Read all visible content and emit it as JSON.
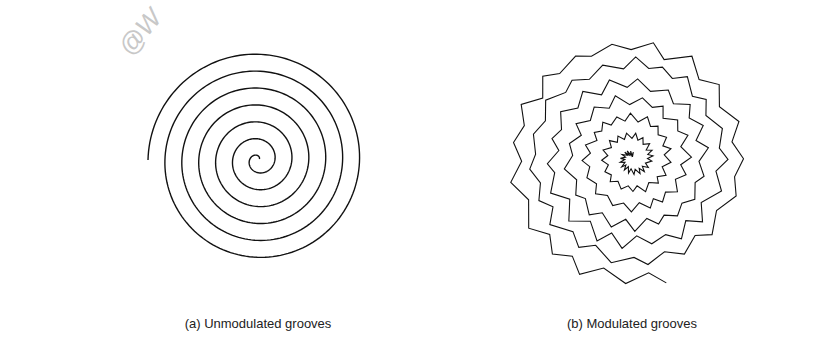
{
  "diagram": {
    "labels": [
      "@W",
      "(a) Unmodulated grooves",
      "(b) Modulated grooves"
    ]
  }
}
